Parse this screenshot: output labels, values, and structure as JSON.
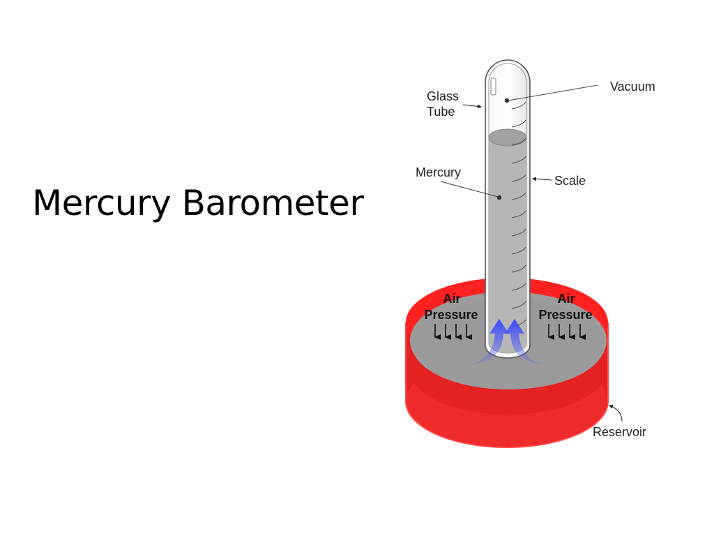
{
  "slide": {
    "title": "Mercury Barometer"
  },
  "diagram": {
    "labels": {
      "glass_tube_line1": "Glass",
      "glass_tube_line2": "Tube",
      "vacuum": "Vacuum",
      "mercury": "Mercury",
      "scale": "Scale",
      "air_left_line1": "Air",
      "air_left_line2": "Pressure",
      "air_right_line1": "Air",
      "air_right_line2": "Pressure",
      "reservoir": "Reservoir"
    },
    "colors": {
      "reservoir_red": "#e81f1f",
      "reservoir_rim": "#ff2a2a",
      "mercury_gray": "#b4b4b4",
      "pool_gray": "#9a9a9a",
      "flow_arrow_blue": "#4a5cff"
    }
  }
}
